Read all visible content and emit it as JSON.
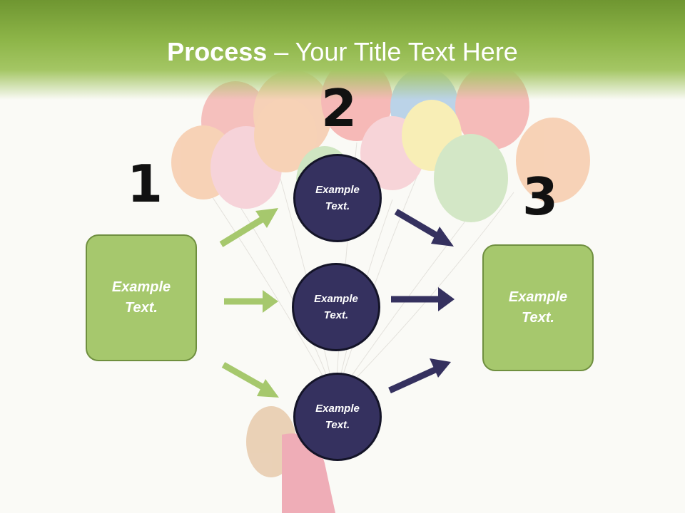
{
  "header": {
    "title_bold": "Process",
    "title_rest": " – Your Title Text Here"
  },
  "steps": {
    "one": "1",
    "two": "2",
    "three": "3"
  },
  "left_box": {
    "text": "Example\nText."
  },
  "circles": [
    {
      "text": "Example\nText."
    },
    {
      "text": "Example\nText."
    },
    {
      "text": "Example\nText."
    }
  ],
  "right_box": {
    "text": "Example\nText."
  },
  "colors": {
    "header_green": "#8db548",
    "box_green": "#a6c86d",
    "circle_navy": "#35315f",
    "arrow_green": "#a6c86d",
    "arrow_navy": "#35315f"
  }
}
